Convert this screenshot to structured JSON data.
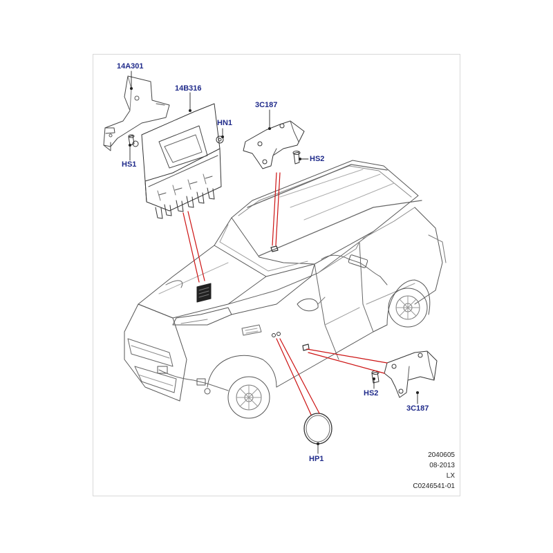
{
  "colors": {
    "label": "#1f2a8a",
    "leader": "#cc1111",
    "linework": "#444444"
  },
  "labels": {
    "ecu_bracket": "14A301",
    "ecu_module": "14B316",
    "ecu_nut": "HN1",
    "ecu_screw": "HS1",
    "upper_bracket": "3C187",
    "upper_screw": "HS2",
    "lower_screw": "HS2",
    "lower_bracket": "3C187",
    "grommet": "HP1"
  },
  "reference": {
    "code": "2040605",
    "date": "08-2013",
    "model": "LX",
    "illustration_id": "C0246541-01"
  }
}
